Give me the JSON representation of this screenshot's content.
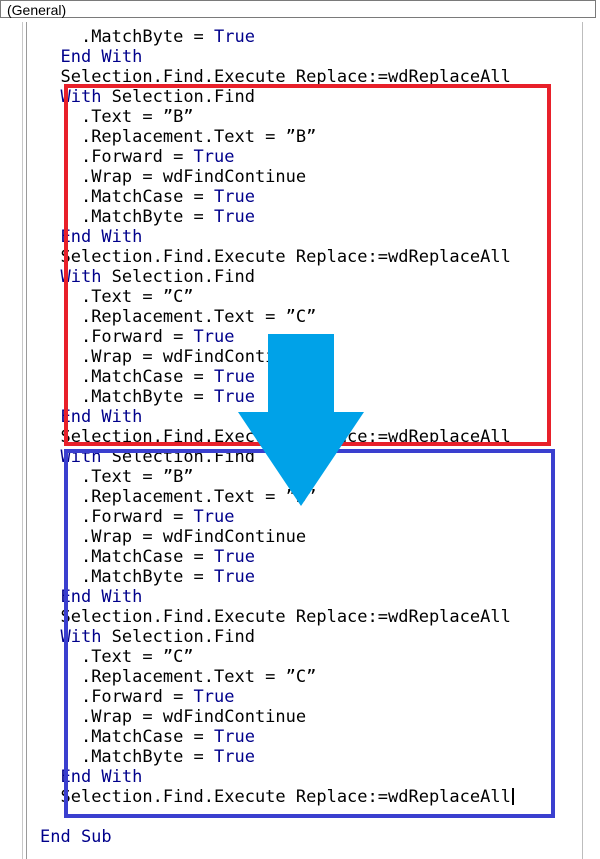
{
  "toolbar": {
    "object_combo": "(General)"
  },
  "code_lines": [
    {
      "indent": 4,
      "kw": "",
      "text": ".MatchByte = ",
      "value": "True"
    },
    {
      "indent": 2,
      "kw": "End With",
      "text": "",
      "value": ""
    },
    {
      "indent": 2,
      "kw": "",
      "text": "Selection.Find.Execute Replace:=wdReplaceAll",
      "value": ""
    },
    {
      "indent": 2,
      "kw": "With",
      "text": " Selection.Find",
      "value": ""
    },
    {
      "indent": 4,
      "kw": "",
      "text": ".Text = ”B”",
      "value": ""
    },
    {
      "indent": 4,
      "kw": "",
      "text": ".Replacement.Text = ”B”",
      "value": ""
    },
    {
      "indent": 4,
      "kw": "",
      "text": ".Forward = ",
      "value": "True"
    },
    {
      "indent": 4,
      "kw": "",
      "text": ".Wrap = wdFindContinue",
      "value": ""
    },
    {
      "indent": 4,
      "kw": "",
      "text": ".MatchCase = ",
      "value": "True"
    },
    {
      "indent": 4,
      "kw": "",
      "text": ".MatchByte = ",
      "value": "True"
    },
    {
      "indent": 2,
      "kw": "End With",
      "text": "",
      "value": ""
    },
    {
      "indent": 2,
      "kw": "",
      "text": "Selection.Find.Execute Replace:=wdReplaceAll",
      "value": ""
    },
    {
      "indent": 2,
      "kw": "With",
      "text": " Selection.Find",
      "value": ""
    },
    {
      "indent": 4,
      "kw": "",
      "text": ".Text = ”C”",
      "value": ""
    },
    {
      "indent": 4,
      "kw": "",
      "text": ".Replacement.Text = ”C”",
      "value": ""
    },
    {
      "indent": 4,
      "kw": "",
      "text": ".Forward = ",
      "value": "True"
    },
    {
      "indent": 4,
      "kw": "",
      "text": ".Wrap = wdFindContinue",
      "value": ""
    },
    {
      "indent": 4,
      "kw": "",
      "text": ".MatchCase = ",
      "value": "True"
    },
    {
      "indent": 4,
      "kw": "",
      "text": ".MatchByte = ",
      "value": "True"
    },
    {
      "indent": 2,
      "kw": "End With",
      "text": "",
      "value": ""
    },
    {
      "indent": 2,
      "kw": "",
      "text": "Selection.Find.Execute Replace:=wdReplaceAll",
      "value": ""
    },
    {
      "indent": 2,
      "kw": "With",
      "text": " Selection.Find",
      "value": ""
    },
    {
      "indent": 4,
      "kw": "",
      "text": ".Text = ”B”",
      "value": ""
    },
    {
      "indent": 4,
      "kw": "",
      "text": ".Replacement.Text = ”B”",
      "value": ""
    },
    {
      "indent": 4,
      "kw": "",
      "text": ".Forward = ",
      "value": "True"
    },
    {
      "indent": 4,
      "kw": "",
      "text": ".Wrap = wdFindContinue",
      "value": ""
    },
    {
      "indent": 4,
      "kw": "",
      "text": ".MatchCase = ",
      "value": "True"
    },
    {
      "indent": 4,
      "kw": "",
      "text": ".MatchByte = ",
      "value": "True"
    },
    {
      "indent": 2,
      "kw": "End With",
      "text": "",
      "value": ""
    },
    {
      "indent": 2,
      "kw": "",
      "text": "Selection.Find.Execute Replace:=wdReplaceAll",
      "value": ""
    },
    {
      "indent": 2,
      "kw": "With",
      "text": " Selection.Find",
      "value": ""
    },
    {
      "indent": 4,
      "kw": "",
      "text": ".Text = ”C”",
      "value": ""
    },
    {
      "indent": 4,
      "kw": "",
      "text": ".Replacement.Text = ”C”",
      "value": ""
    },
    {
      "indent": 4,
      "kw": "",
      "text": ".Forward = ",
      "value": "True"
    },
    {
      "indent": 4,
      "kw": "",
      "text": ".Wrap = wdFindContinue",
      "value": ""
    },
    {
      "indent": 4,
      "kw": "",
      "text": ".MatchCase = ",
      "value": "True"
    },
    {
      "indent": 4,
      "kw": "",
      "text": ".MatchByte = ",
      "value": "True"
    },
    {
      "indent": 2,
      "kw": "End With",
      "text": "",
      "value": ""
    },
    {
      "indent": 2,
      "kw": "",
      "text": "Selection.Find.Execute Replace:=wdReplaceAll",
      "value": "",
      "caret": true
    },
    {
      "indent": 0,
      "kw": "",
      "text": "",
      "value": ""
    },
    {
      "indent": 0,
      "kw": "End Sub",
      "text": "",
      "value": ""
    }
  ],
  "colors": {
    "keyword": "#00008b",
    "highlight_before": "#e8202a",
    "highlight_after": "#3a3fcf",
    "arrow": "#00a2e8"
  },
  "icons": {
    "transform_arrow": "down-arrow-icon"
  }
}
